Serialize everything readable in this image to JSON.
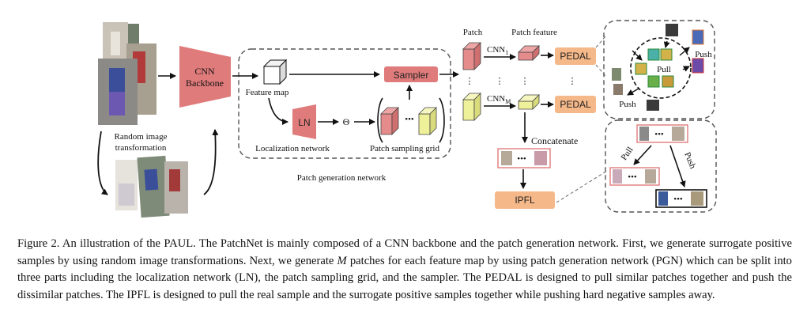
{
  "figure": {
    "backbone_label_line1": "CNN",
    "backbone_label_line2": "Backbone",
    "random_transform_line1": "Random image",
    "random_transform_line2": "transformation",
    "feature_map": "Feature map",
    "ln": "LN",
    "theta": "Θ",
    "localization_network": "Localization network",
    "sampler": "Sampler",
    "patch_sampling_grid": "Patch sampling grid",
    "patch_generation_network": "Patch generation network",
    "patch": "Patch",
    "patch_feature": "Patch feature",
    "cnn1_base": "CNN",
    "cnn1_sub": "1",
    "cnnm_base": "CNN",
    "cnnm_sub": "M",
    "pedal_top": "PEDAL",
    "pedal_bottom": "PEDAL",
    "concatenate": "Concatenate",
    "ipfl": "IPFL",
    "ellipsis": "•••",
    "pull_top": "Pull",
    "push_top_right": "Push",
    "push_top_bottom": "Push",
    "pull_bottom": "Pull",
    "push_bottom": "Push",
    "colors": {
      "backbone": "#e07b7b",
      "sampler": "#e07b7b",
      "pedal": "#f5b889",
      "ipfl": "#f5b889",
      "patch_red": "#e58b8b",
      "patch_yellow": "#eef09a"
    }
  },
  "caption": {
    "lead": "Figure 2. An illustration of the PAUL. The PatchNet is mainly composed of a CNN backbone and the patch generation network. First, we generate surrogate positive samples by using random image transformations. Next, we generate ",
    "var": "M",
    "tail": " patches for each feature map by using patch generation network (PGN) which can be split into three parts including the localization network (LN), the patch sampling grid, and the sampler. The PEDAL is designed to pull similar patches together and push the dissimilar patches. The IPFL is designed to pull the real sample and the surrogate positive samples together while pushing hard negative samples away."
  }
}
